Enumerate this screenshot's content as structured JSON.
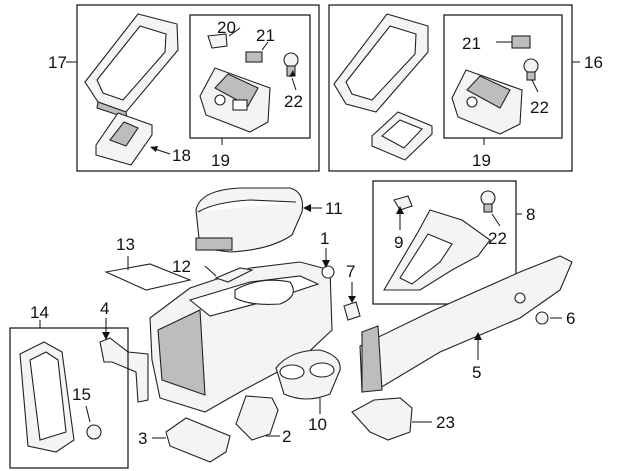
{
  "diagram": {
    "callouts": [
      "17",
      "20",
      "21",
      "22",
      "18",
      "19",
      "21",
      "16",
      "22",
      "19",
      "11",
      "8",
      "9",
      "22",
      "13",
      "12",
      "1",
      "7",
      "4",
      "6",
      "5",
      "14",
      "15",
      "10",
      "23",
      "3",
      "2"
    ],
    "colors": {
      "line": "#111111",
      "part_fill": "#f4f4f4",
      "part_shade": "#bdbdbd",
      "background": "#ffffff"
    }
  }
}
